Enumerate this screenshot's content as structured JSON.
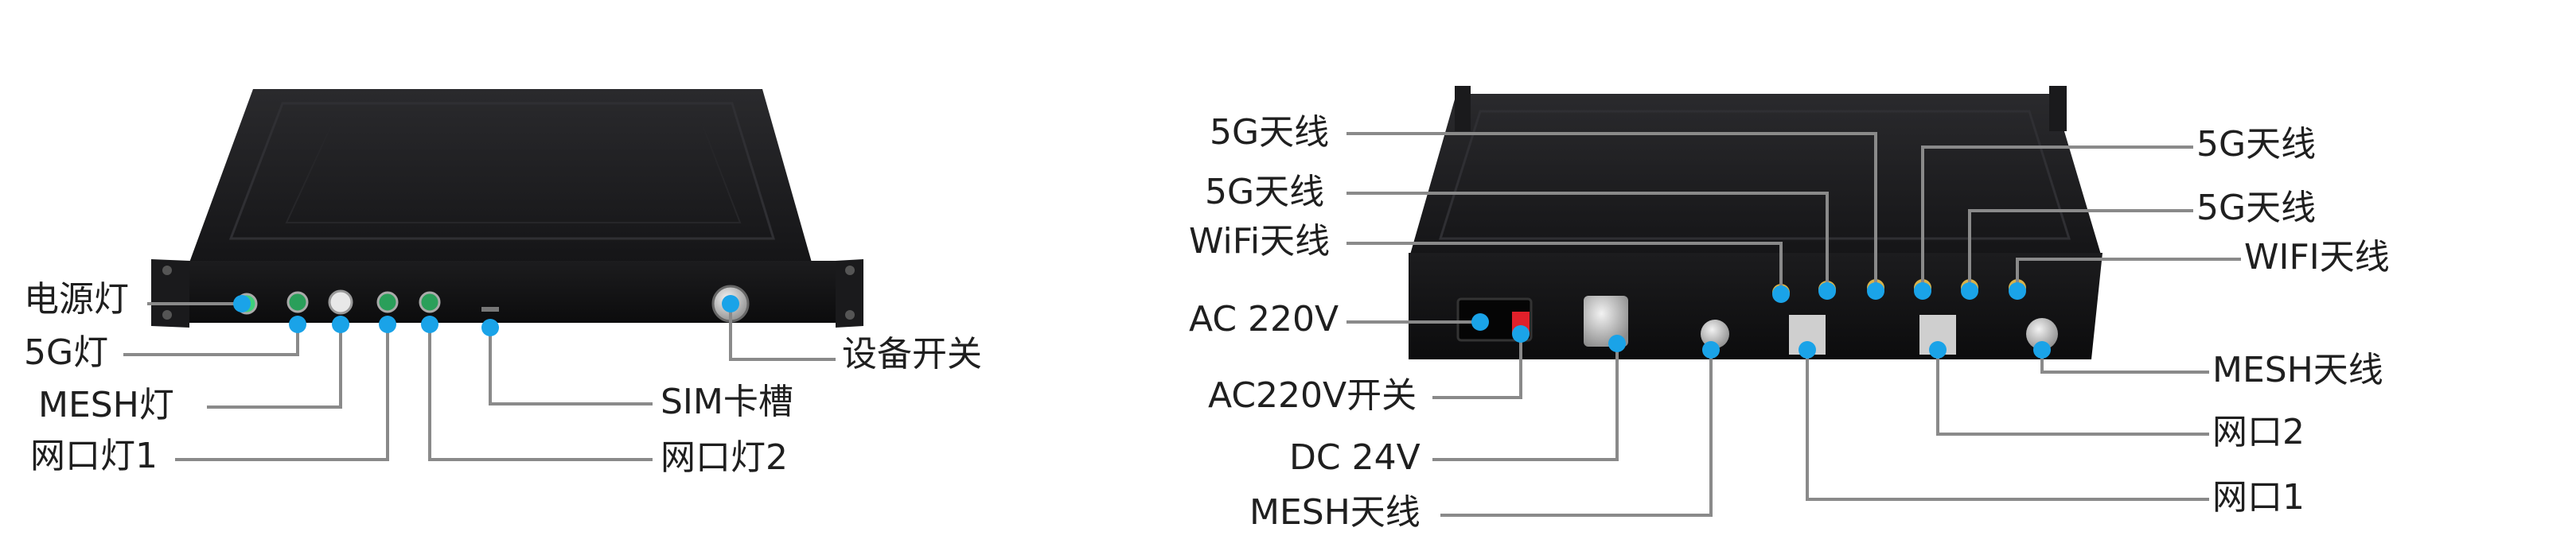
{
  "colors": {
    "callout_dot": "#1aa3e8",
    "leader_line": "#8a8a8a",
    "device_body": "#1b1b1d",
    "device_panel": "#0f0f10",
    "led_green": "#3fd07a",
    "connector_metal": "#c9c9c9",
    "switch_red": "#e0202a"
  },
  "front_panel": {
    "labels": {
      "power_led": "电源灯",
      "g5_led": "5G灯",
      "mesh_led": "MESH灯",
      "port_led_1": "网口灯1",
      "device_switch": "设备开关",
      "sim_slot": "SIM卡槽",
      "port_led_2": "网口灯2"
    }
  },
  "rear_panel": {
    "labels": {
      "antenna_5g_left_1": "5G天线",
      "antenna_5g_left_2": "5G天线",
      "antenna_wifi_left": "WiFi天线",
      "ac_220v": "AC 220V",
      "ac_220v_switch": "AC220V开关",
      "dc_24v": "DC 24V",
      "mesh_antenna_bottom": "MESH天线",
      "antenna_5g_right_1": "5G天线",
      "antenna_5g_right_2": "5G天线",
      "antenna_wifi_right": "WIFI天线",
      "mesh_antenna_right": "MESH天线",
      "port_2": "网口2",
      "port_1": "网口1"
    }
  }
}
